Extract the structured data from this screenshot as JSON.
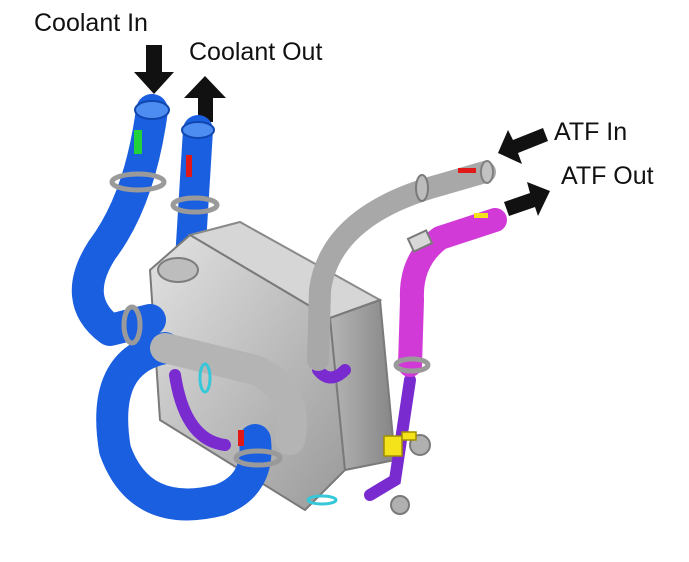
{
  "labels": {
    "coolant_in": "Coolant In",
    "coolant_out": "Coolant Out",
    "atf_in": "ATF In",
    "atf_out": "ATF Out"
  },
  "flow_directions": {
    "coolant_in": "down",
    "coolant_out": "up",
    "atf_in": "left-down",
    "atf_out": "right-up"
  },
  "colors": {
    "coolant_hose": "#1a5fe0",
    "atf_in_tube": "#a8a8a8",
    "atf_out_hose": "#d23ad8",
    "internal_line": "#7a2bd0",
    "housing": "#c9c9c9",
    "marker_green": "#22d23a",
    "marker_red": "#e01818",
    "marker_yellow": "#f4e31a",
    "marker_cyan": "#35c8d8"
  }
}
